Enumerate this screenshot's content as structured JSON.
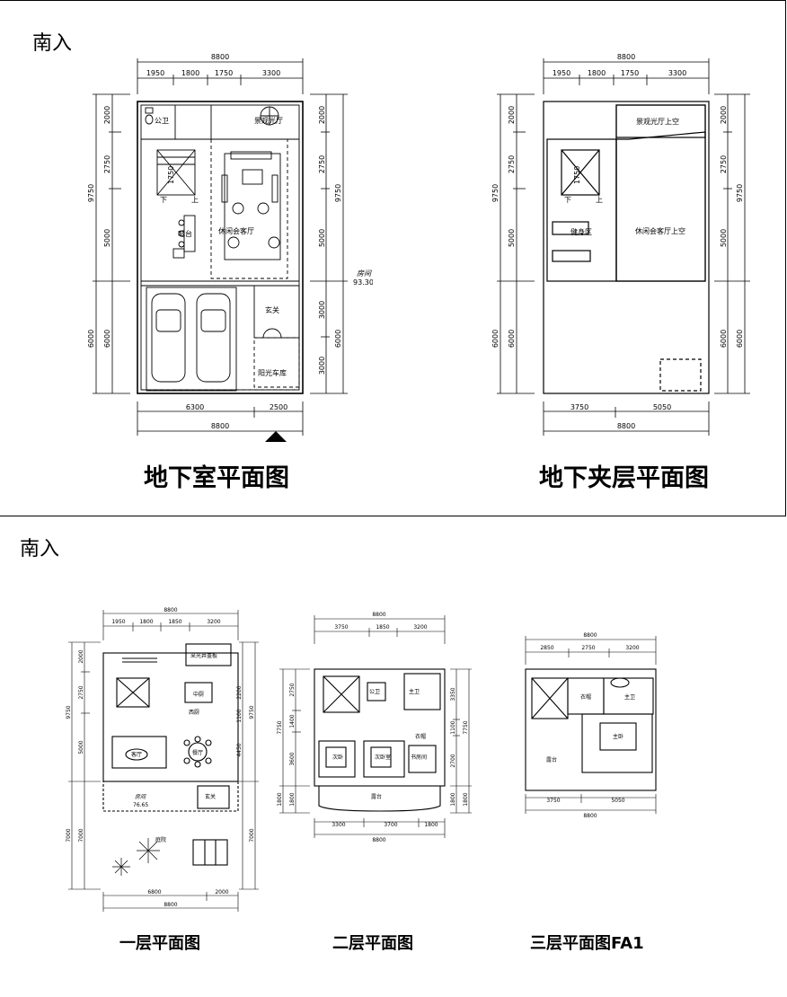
{
  "top": {
    "south_label": "南入",
    "basement": {
      "title": "地下室平面图",
      "top_total": "8800",
      "top_dims": [
        "1950",
        "1800",
        "1750",
        "3300"
      ],
      "bottom_dims": [
        "6300",
        "2500"
      ],
      "bottom_total": "8800",
      "left_outer": [
        "9750",
        "6000"
      ],
      "left_inner": [
        "2000",
        "2750",
        "5000",
        "6000"
      ],
      "right_outer": [
        "9750",
        "6000"
      ],
      "right_inner": [
        "2000",
        "2750",
        "5000",
        "3000",
        "3000"
      ],
      "rooms": {
        "wc": "公卫",
        "light_hall": "景观光厅",
        "lounge": "休闲会客厅",
        "bar": "吧台",
        "foyer": "玄关",
        "garage": "阳光车库",
        "stair": "1750",
        "down": "下",
        "up": "上"
      },
      "area_label": "房间",
      "area_value": "93.30"
    },
    "mezzanine": {
      "title": "地下夹层平面图",
      "top_total": "8800",
      "top_dims": [
        "1950",
        "1800",
        "1750",
        "3300"
      ],
      "bottom_dims": [
        "3750",
        "5050"
      ],
      "bottom_total": "8800",
      "left_outer": [
        "9750",
        "6000"
      ],
      "left_inner": [
        "2000",
        "2750",
        "5000",
        "6000"
      ],
      "right_outer": [
        "9750",
        "6000"
      ],
      "right_inner": [
        "2000",
        "2750",
        "5000",
        "6000"
      ],
      "rooms": {
        "light_void": "景观光厅上空",
        "lounge_void": "休闲会客厅上空",
        "gym": "健身区",
        "stair": "1750",
        "down": "下",
        "up": "上"
      }
    }
  },
  "bottom": {
    "south_label": "南入",
    "f1": {
      "title": "一层平面图",
      "top_total": "8800",
      "top_dims": [
        "1950",
        "1800",
        "1850",
        "3200"
      ],
      "bottom_dims": [
        "6800",
        "2000"
      ],
      "bottom_total": "8800",
      "left_dims": [
        "2000",
        "2750",
        "5000",
        "7000"
      ],
      "left_outer": [
        "9750",
        "7000"
      ],
      "right_dims": [
        "2200",
        "1100",
        "4450"
      ],
      "right_outer": [
        "9750",
        "7000"
      ],
      "rooms": {
        "skylight": "采光井盖板",
        "kitchen": "中厨",
        "western": "西厨",
        "living": "客厅",
        "dining": "餐厅",
        "foyer": "玄关",
        "garden": "庭院",
        "area_label": "房间",
        "area_value": "76.65"
      }
    },
    "f2": {
      "title": "二层平面图",
      "top_total": "8800",
      "top_dims": [
        "3750",
        "1850",
        "3200"
      ],
      "bottom_dims": [
        "3300",
        "3700",
        "1800"
      ],
      "bottom_total": "8800",
      "left_dims": [
        "2750",
        "1400",
        "3600",
        "1800"
      ],
      "left_outer": [
        "7750",
        "1800"
      ],
      "right_dims": [
        "3350",
        "1100",
        "2700",
        "1800"
      ],
      "right_outer": [
        "7750",
        "1800"
      ],
      "rooms": {
        "wc1": "公卫",
        "wc2": "主卫",
        "wardrobe": "衣帽",
        "bed1": "次卧",
        "bed2": "次卧室",
        "study": "书房间",
        "terrace": "露台"
      }
    },
    "f3": {
      "title": "三层平面图FA1",
      "top_total": "8800",
      "top_dims": [
        "2850",
        "2750",
        "3200"
      ],
      "bottom_dims": [
        "3750",
        "5050"
      ],
      "bottom_total": "8800",
      "rooms": {
        "wardrobe": "衣帽",
        "master_bath": "主卫",
        "master_bed": "主卧",
        "terrace": "露台"
      }
    }
  }
}
